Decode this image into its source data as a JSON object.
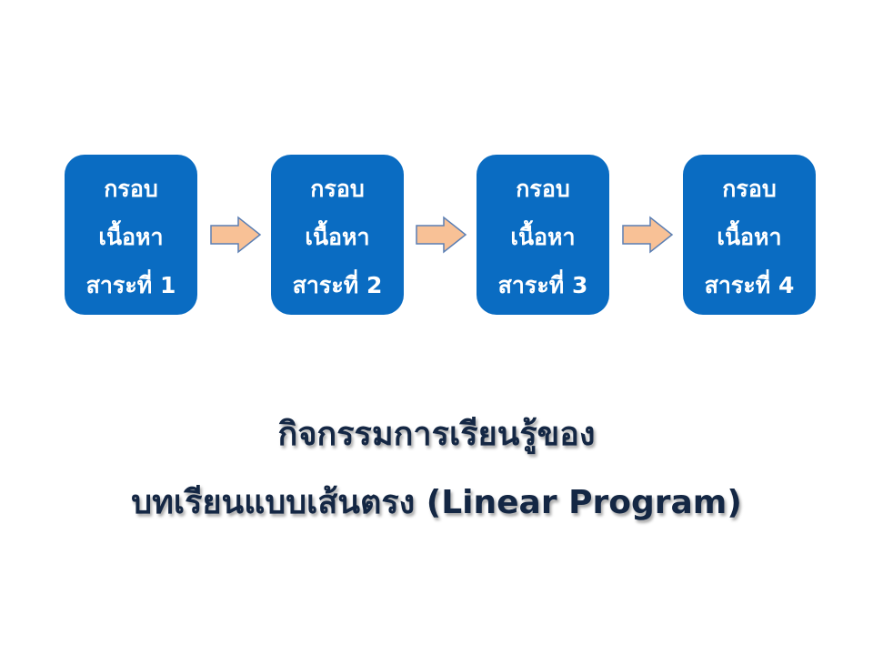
{
  "colors": {
    "box_fill": "#0a6cc2",
    "box_text": "#ffffff",
    "arrow_fill": "#f8c196",
    "arrow_stroke": "#5b7fb4",
    "title_text": "#142744"
  },
  "frames": [
    {
      "line1": "กรอบ",
      "line2": "เนื้อหา",
      "line3": "สาระที่ 1"
    },
    {
      "line1": "กรอบ",
      "line2": "เนื้อหา",
      "line3": "สาระที่ 2"
    },
    {
      "line1": "กรอบ",
      "line2": "เนื้อหา",
      "line3": "สาระที่ 3"
    },
    {
      "line1": "กรอบ",
      "line2": "เนื้อหา",
      "line3": "สาระที่ 4"
    }
  ],
  "arrow_icon": "right-arrow-icon",
  "title": {
    "line1": "กิจกรรมการเรียนรู้ของ",
    "line2": "บทเรียนแบบเส้นตรง (Linear Program)"
  }
}
